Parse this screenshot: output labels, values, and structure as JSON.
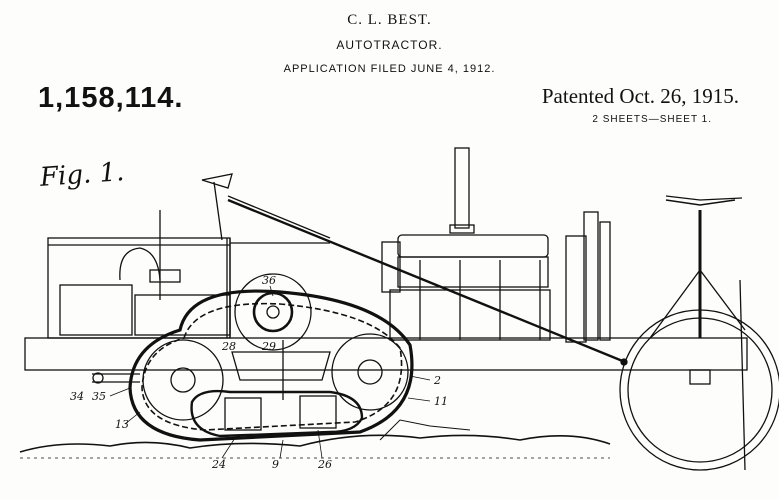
{
  "header": {
    "inventor": "C. L. BEST.",
    "title": "AUTOTRACTOR.",
    "filed": "APPLICATION FILED JUNE 4, 1912.",
    "patent_number": "1,158,114.",
    "patented": "Patented Oct. 26, 1915.",
    "sheets": "2 SHEETS—SHEET 1."
  },
  "figure": {
    "label": "Fig. 1.",
    "refs": [
      "36",
      "28",
      "29",
      "2",
      "11",
      "34",
      "35",
      "13",
      "24",
      "9",
      "26"
    ]
  }
}
